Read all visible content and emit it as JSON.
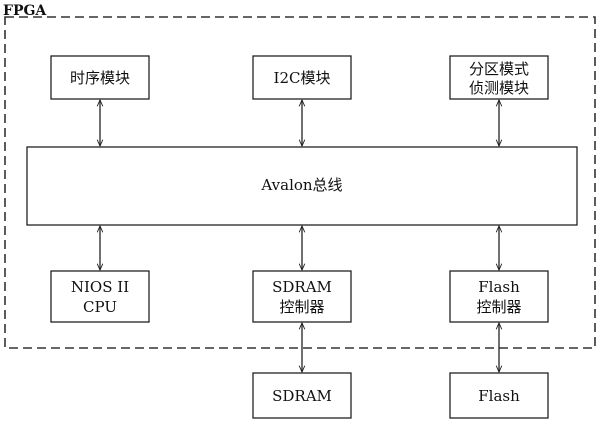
{
  "fpga_label": "FPGA",
  "bus": {
    "label": "Avalon总线"
  },
  "top_modules": [
    {
      "id": "timing",
      "lines": [
        "时序模块"
      ]
    },
    {
      "id": "i2c",
      "lines": [
        "I2C模块"
      ]
    },
    {
      "id": "partition",
      "lines": [
        "分区模式",
        "侦测模块"
      ]
    }
  ],
  "bottom_modules": [
    {
      "id": "cpu",
      "lines": [
        "NIOS II",
        "CPU"
      ]
    },
    {
      "id": "sdram-ctrl",
      "lines": [
        "SDRAM",
        "控制器"
      ]
    },
    {
      "id": "flash-ctrl",
      "lines": [
        "Flash",
        "控制器"
      ]
    }
  ],
  "external": [
    {
      "id": "sdram",
      "lines": [
        "SDRAM"
      ]
    },
    {
      "id": "flash",
      "lines": [
        "Flash"
      ]
    }
  ]
}
